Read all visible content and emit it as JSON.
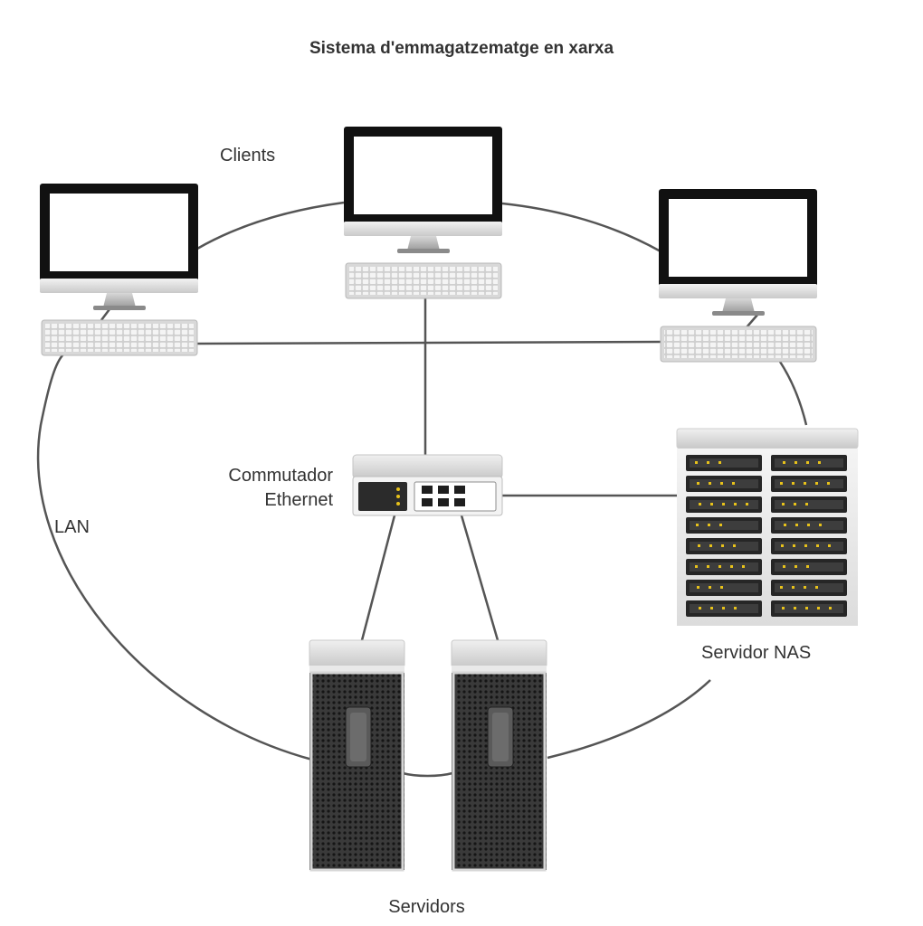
{
  "title": "Sistema d'emmagatzematge en xarxa",
  "labels": {
    "clients": "Clients",
    "switch_line1": "Commutador",
    "switch_line2": "Ethernet",
    "lan": "LAN",
    "nas": "Servidor NAS",
    "servers": "Servidors"
  },
  "colors": {
    "background": "#ffffff",
    "cable": "#555555",
    "monitor_bezel": "#111111",
    "screen": "#ffffff",
    "tower_mesh": "#2a2a2a",
    "led": "#e8c21a",
    "text": "#333333"
  },
  "devices": {
    "clients": [
      "monitor-icon",
      "keyboard-icon"
    ],
    "switch": "ethernet-switch-icon",
    "nas": "nas-rack-icon",
    "servers": [
      "server-tower-icon",
      "server-tower-icon"
    ]
  }
}
